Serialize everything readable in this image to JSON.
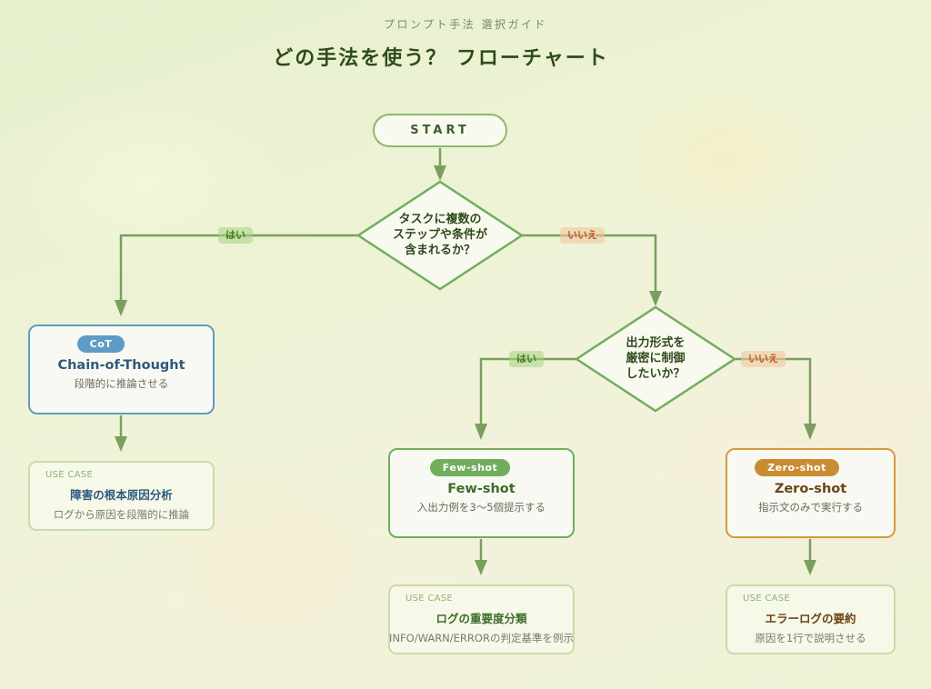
{
  "header": {
    "subtitle": "プロンプト手法 選択ガイド",
    "title": "どの手法を使う？ フローチャート"
  },
  "colors": {
    "connector": "#7a9e5e",
    "decision_border": "#72ad5e",
    "cot": "#5f9bc4",
    "few_shot": "#72ad5e",
    "zero_shot": "#c98c33",
    "yes_label": "#3d7a1e",
    "no_label": "#c0582a"
  },
  "flow": {
    "start": {
      "label": "START"
    },
    "decisions": [
      {
        "id": "q1",
        "lines": [
          "タスクに複数の",
          "ステップや条件が",
          "含まれるか？"
        ],
        "yes_label": "はい",
        "no_label": "いいえ"
      },
      {
        "id": "q2",
        "lines": [
          "出力形式を",
          "厳密に制御",
          "したいか？"
        ],
        "yes_label": "はい",
        "no_label": "いいえ"
      }
    ],
    "methods": {
      "cot": {
        "badge": "CoT",
        "name": "Chain-of-Thought",
        "description": "段階的に推論させる",
        "usecase_label": "USE CASE",
        "usecase_title": "障害の根本原因分析",
        "usecase_desc": "ログから原因を段階的に推論"
      },
      "few_shot": {
        "badge": "Few-shot",
        "name": "Few-shot",
        "description": "入出力例を3〜5個提示する",
        "usecase_label": "USE CASE",
        "usecase_title": "ログの重要度分類",
        "usecase_desc": "INFO/WARN/ERRORの判定基準を例示"
      },
      "zero_shot": {
        "badge": "Zero-shot",
        "name": "Zero-shot",
        "description": "指示文のみで実行する",
        "usecase_label": "USE CASE",
        "usecase_title": "エラーログの要約",
        "usecase_desc": "原因を1行で説明させる"
      }
    }
  }
}
